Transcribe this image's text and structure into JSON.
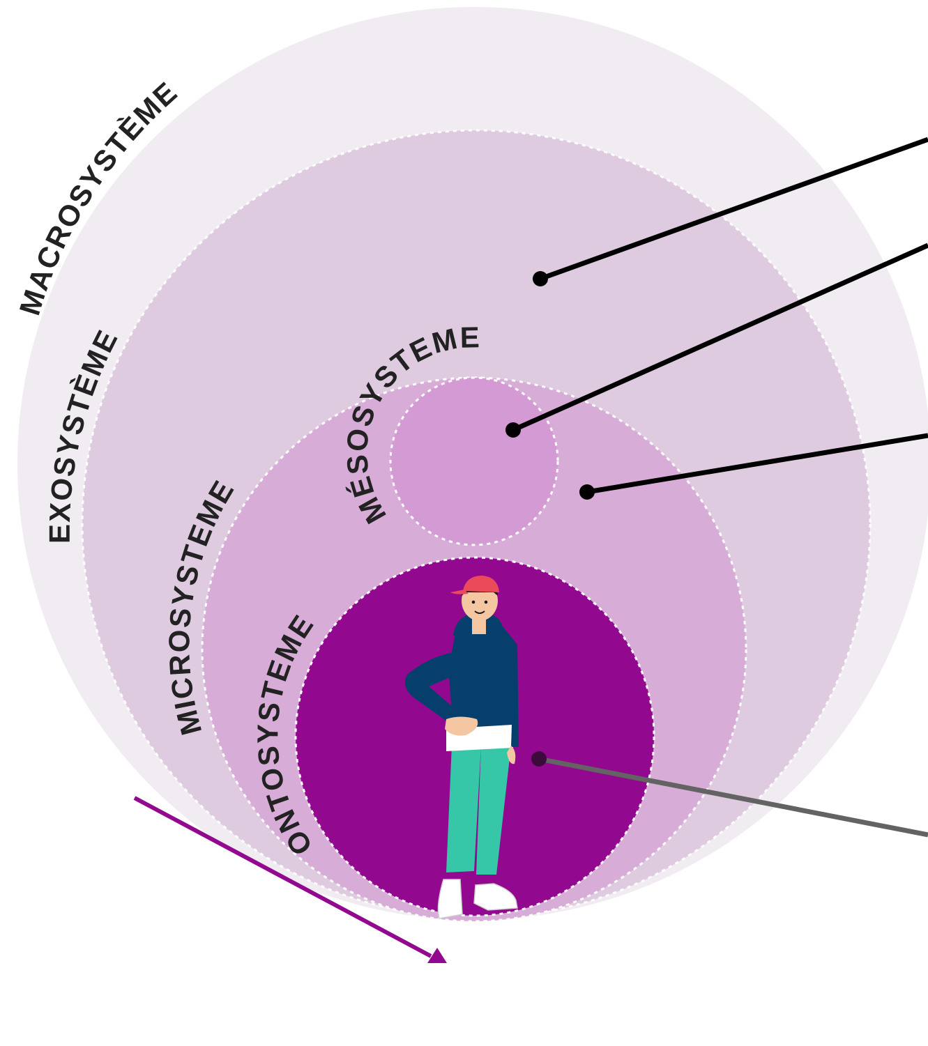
{
  "labels": {
    "macrosysteme": "MACROSYSTÈME",
    "exosysteme": "EXOSYSTÈME",
    "microsysteme": "MICROSYSTEME",
    "mesosysteme": "MÉSOSYSTEME",
    "ontosysteme": "ONTOSYSTEME"
  },
  "colors": {
    "macro_fill": "#f1ebf2",
    "exo_fill": "#decbdf",
    "micro_fill": "#d7acd7",
    "meso_fill": "#d49ad4",
    "onto_fill": "#920990",
    "label_text": "#222222",
    "pointer_line": "#000000",
    "arrow": "#920990",
    "hoodie": "#063f6b",
    "pants": "#36c6a8",
    "cap": "#ea4a5a"
  }
}
